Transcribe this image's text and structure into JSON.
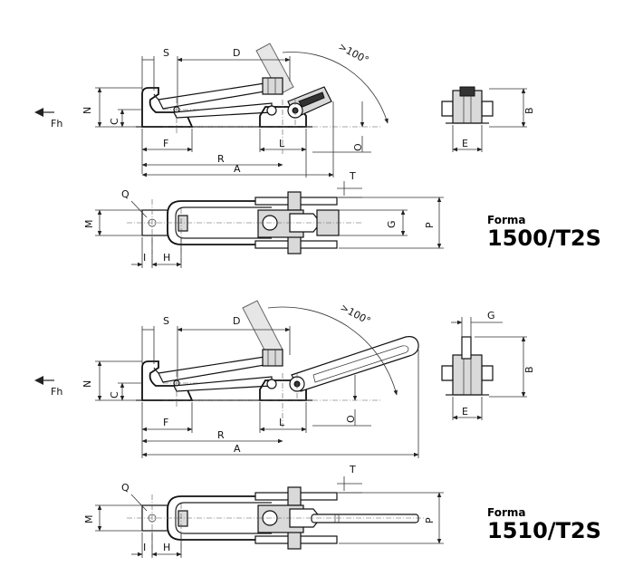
{
  "views": {
    "upper": {
      "labels": {
        "s": "S",
        "d": "D",
        "n": "N",
        "c": "C",
        "f": "F",
        "l": "L",
        "r": "R",
        "a": "A",
        "o": "O",
        "t": "T",
        "q": "Q",
        "m": "M",
        "g": "G",
        "p": "P",
        "i": "I",
        "h": "H",
        "b": "B",
        "e": "E"
      },
      "angle": ">100°",
      "force": "Fh",
      "forma_label": "Forma",
      "forma_code": "1500/T2S"
    },
    "lower": {
      "labels": {
        "s": "S",
        "d": "D",
        "n": "N",
        "c": "C",
        "f": "F",
        "l": "L",
        "r": "R",
        "a": "A",
        "o": "O",
        "t": "T",
        "q": "Q",
        "m": "M",
        "g": "G",
        "p": "P",
        "i": "I",
        "h": "H",
        "b": "B",
        "e": "E"
      },
      "angle": ">100°",
      "force": "Fh",
      "forma_label": "Forma",
      "forma_code": "1510/T2S"
    }
  }
}
